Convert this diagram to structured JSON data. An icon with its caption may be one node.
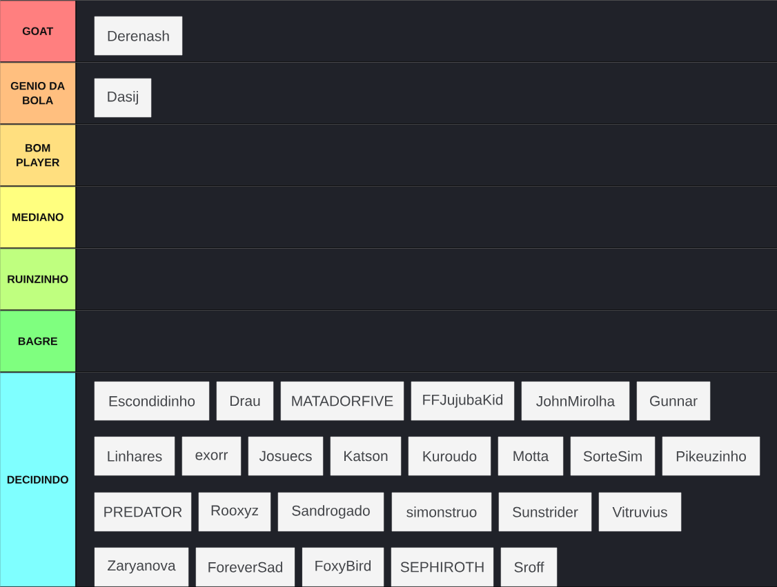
{
  "diagram": {
    "nodes": [
      {
        "text": [
          "GOAT"
        ]
      },
      {
        "text": [
          "Derenash"
        ],
        "in": 0
      },
      {
        "text": [
          "GENIO DA BOLA"
        ]
      },
      {
        "text": [
          "Dasij"
        ],
        "in": 2
      },
      {
        "text": [
          "BOM PLAYER"
        ]
      },
      {
        "text": [
          "MEDIANO"
        ]
      },
      {
        "text": [
          "RUINZINHO"
        ]
      },
      {
        "text": [
          "BAGRE"
        ]
      },
      {
        "text": [
          "DECIDINDO"
        ]
      },
      {
        "text": [
          "Escondidinho"
        ],
        "in": 8
      },
      {
        "text": [
          "Drau"
        ],
        "in": 8
      },
      {
        "text": [
          "MATADORFIVE"
        ],
        "in": 8
      },
      {
        "text": [
          "FFJujubaKid"
        ],
        "in": 8
      },
      {
        "text": [
          "JohnMirolha"
        ],
        "in": 8
      },
      {
        "text": [
          "Gunnar"
        ],
        "in": 8
      },
      {
        "text": [
          "Linhares"
        ],
        "in": 8
      },
      {
        "text": [
          "exorr"
        ],
        "in": 8
      },
      {
        "text": [
          "Josuecs"
        ],
        "in": 8
      },
      {
        "text": [
          "Katson"
        ],
        "in": 8
      },
      {
        "text": [
          "Kuroudo"
        ],
        "in": 8
      },
      {
        "text": [
          "Motta"
        ],
        "in": 8
      },
      {
        "text": [
          "SorteSim"
        ],
        "in": 8
      },
      {
        "text": [
          "Pikeuzinho"
        ],
        "in": 8
      },
      {
        "text": [
          "PREDATOR"
        ],
        "in": 8
      },
      {
        "text": [
          "Rooxyz"
        ],
        "in": 8
      },
      {
        "text": [
          "Sandrogado"
        ],
        "in": 8
      },
      {
        "text": [
          "simonstruo"
        ],
        "in": 8
      },
      {
        "text": [
          "Sunstrider"
        ],
        "in": 8
      },
      {
        "text": [
          "Vitruvius"
        ],
        "in": 8
      },
      {
        "text": [
          "Zaryanova"
        ],
        "in": 8
      },
      {
        "text": [
          "ForeverSad"
        ],
        "in": 8
      },
      {
        "text": [
          "FoxyBird"
        ],
        "in": 8
      },
      {
        "text": [
          "SEPHIROTH"
        ],
        "in": 8
      },
      {
        "text": [
          "Sroff"
        ],
        "in": 8
      }
    ]
  }
}
